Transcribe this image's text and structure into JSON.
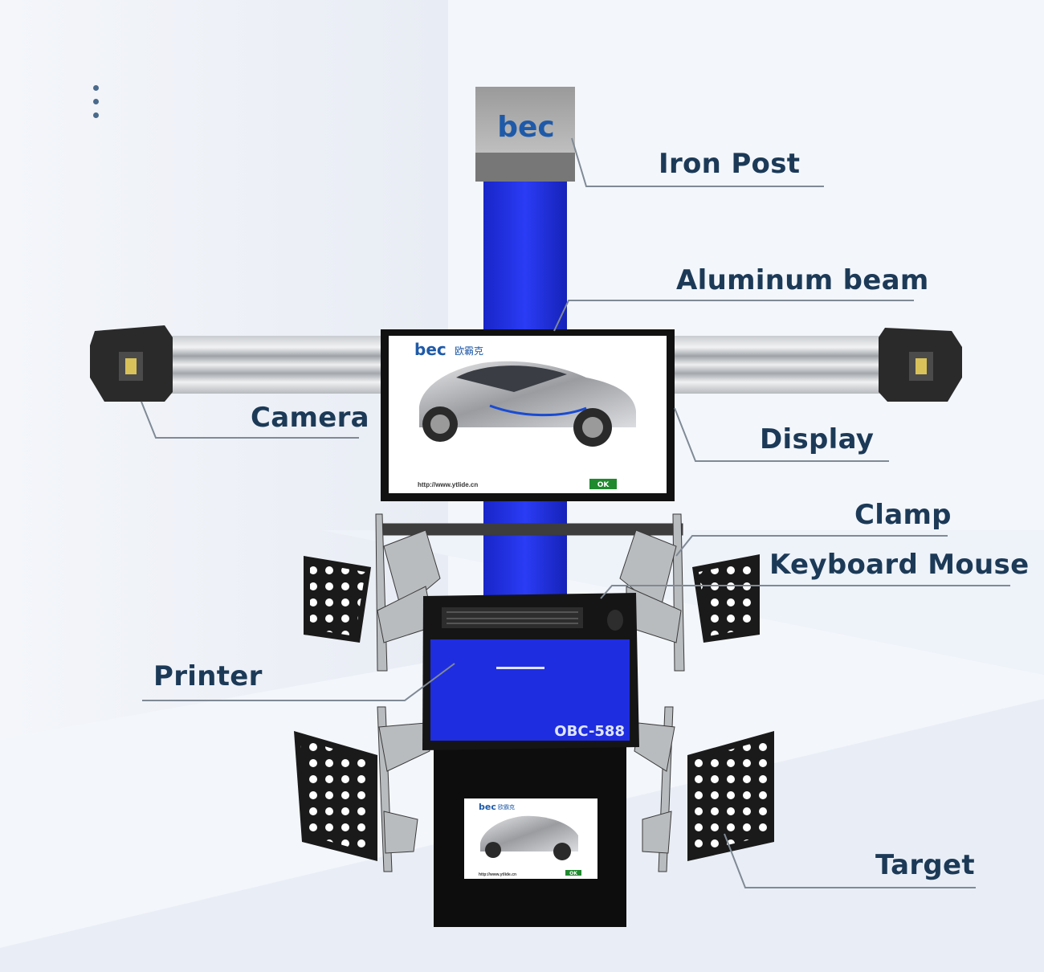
{
  "menu": {
    "icon": "vertical-dots-icon"
  },
  "brand": {
    "logo_text": "bec",
    "logo_cn": "欧霸克"
  },
  "labels": {
    "iron_post": "Iron Post",
    "aluminum_beam": "Aluminum beam",
    "camera": "Camera",
    "display": "Display",
    "clamp": "Clamp",
    "keyboard_mouse": "Keyboard Mouse",
    "printer": "Printer",
    "target": "Target"
  },
  "display_screen": {
    "url": "http://www.ytlide.cn",
    "ok": "OK"
  },
  "cabinet": {
    "model": "OBC-588"
  },
  "cabinet_screen": {
    "url": "http://www.ytlide.cn",
    "ok": "OK"
  },
  "colors": {
    "post_blue": "#2233ee",
    "label_text": "#1c3a57",
    "leader_line": "#7f8a95",
    "background": "#f1f4fa"
  }
}
